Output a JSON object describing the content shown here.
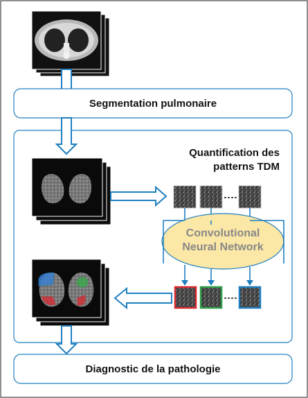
{
  "steps": {
    "segmentation": "Segmentation pulmonaire",
    "quantification_line1": "Quantification des",
    "quantification_line2": "patterns TDM",
    "cnn_line1": "Convolutional",
    "cnn_line2": "Neural Network",
    "diagnostic": "Diagnostic de la pathologie"
  },
  "colors": {
    "frame": "#1e7fc0",
    "arrow": "#1e7fc0",
    "cnn_fill": "#fbe7a6",
    "cnn_text": "#8a8a8a",
    "patch_red": "#d7282f",
    "patch_green": "#2e9d46",
    "patch_blue": "#1e7fc0"
  },
  "icons": [
    "ct-thorax-stack-icon",
    "segmented-lungs-stack-icon",
    "annotated-lungs-stack-icon",
    "texture-patch-icon"
  ]
}
